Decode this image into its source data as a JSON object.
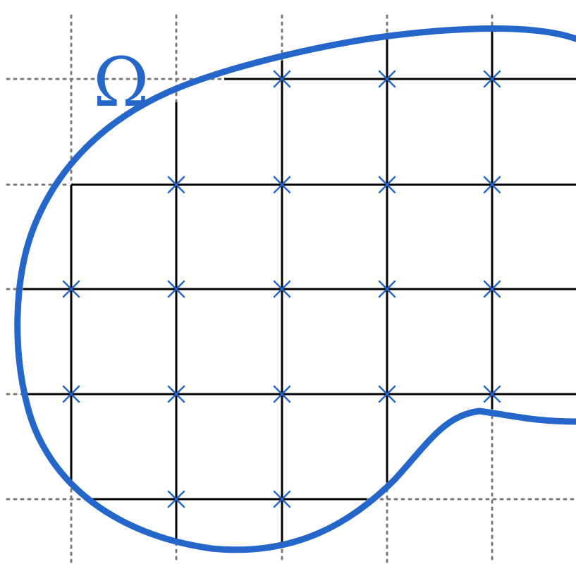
{
  "diagram": {
    "domain_label": "Ω",
    "colors": {
      "boundary": "#2466c9",
      "node_marker": "#2466c9",
      "grid": "#000000",
      "dotted": "#7a7a7a"
    },
    "grid": {
      "columns": 5,
      "rows": 5,
      "interior_nodes": [
        [
          2,
          0
        ],
        [
          3,
          0
        ],
        [
          4,
          0
        ],
        [
          1,
          1
        ],
        [
          2,
          1
        ],
        [
          3,
          1
        ],
        [
          4,
          1
        ],
        [
          0,
          2
        ],
        [
          1,
          2
        ],
        [
          2,
          2
        ],
        [
          3,
          2
        ],
        [
          4,
          2
        ],
        [
          0,
          3
        ],
        [
          1,
          3
        ],
        [
          2,
          3
        ],
        [
          3,
          3
        ],
        [
          4,
          3
        ],
        [
          1,
          4
        ],
        [
          2,
          4
        ]
      ]
    }
  }
}
